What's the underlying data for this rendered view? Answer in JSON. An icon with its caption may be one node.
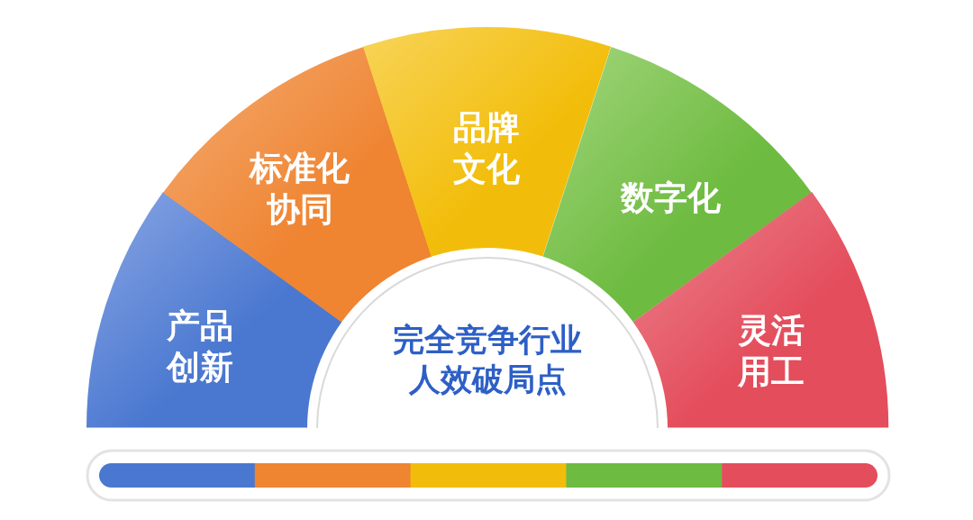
{
  "diagram": {
    "nodes": [
      {
        "text": [
          "产品创新"
        ]
      },
      {
        "text": [
          "标准化协同"
        ]
      },
      {
        "text": [
          "品牌文化"
        ]
      },
      {
        "text": [
          "数字化"
        ]
      },
      {
        "text": [
          "灵活用工"
        ]
      },
      {
        "text": [
          "完全竞争行业人效破局点"
        ]
      }
    ]
  }
}
